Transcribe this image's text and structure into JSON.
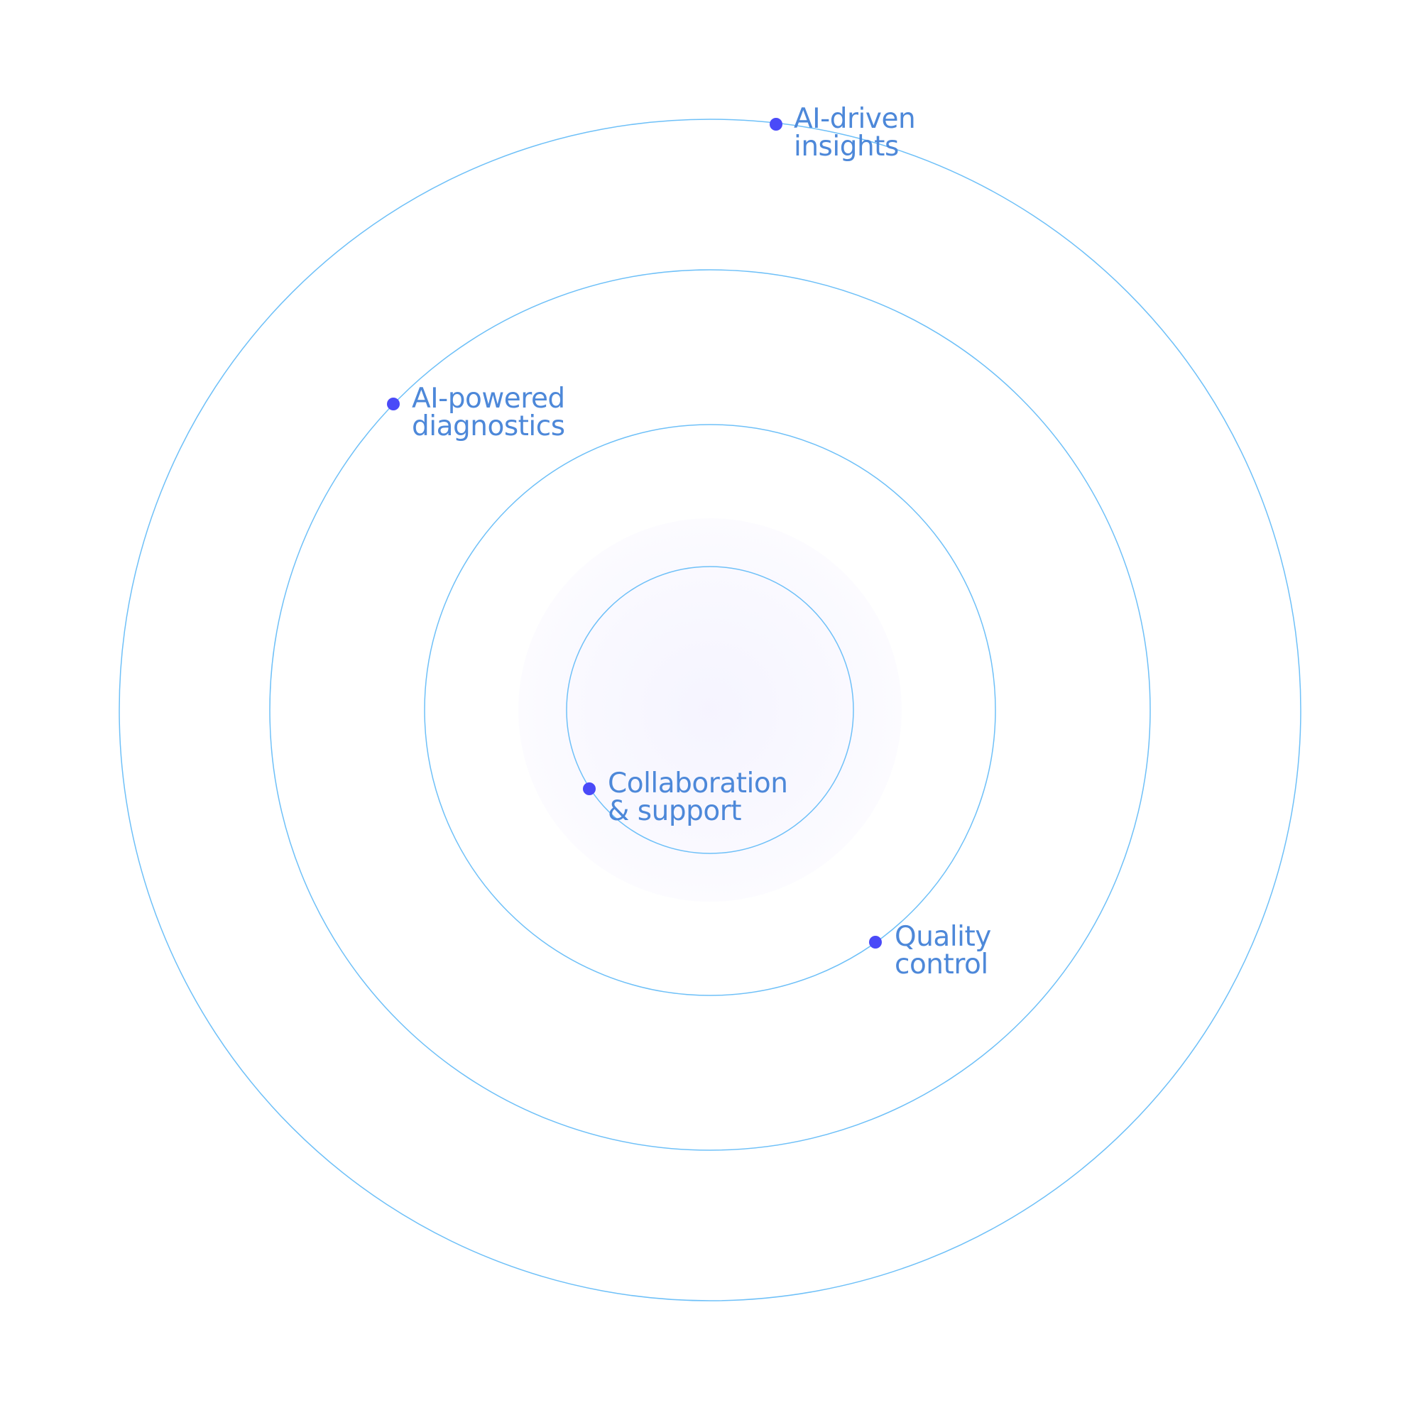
{
  "colors": {
    "ring": "#6ec0f8",
    "dot": "#4a4af8",
    "text": "#4d88d9"
  },
  "rings": [
    {
      "name": "outer",
      "items": [
        {
          "line1": "AI-driven",
          "line2": "insights"
        }
      ]
    },
    {
      "name": "second",
      "items": [
        {
          "line1": "AI-powered",
          "line2": "diagnostics"
        }
      ]
    },
    {
      "name": "third",
      "items": [
        {
          "line1": "Quality",
          "line2": "control"
        }
      ]
    },
    {
      "name": "inner",
      "items": [
        {
          "line1": "Collaboration",
          "line2": "& support"
        }
      ]
    }
  ]
}
